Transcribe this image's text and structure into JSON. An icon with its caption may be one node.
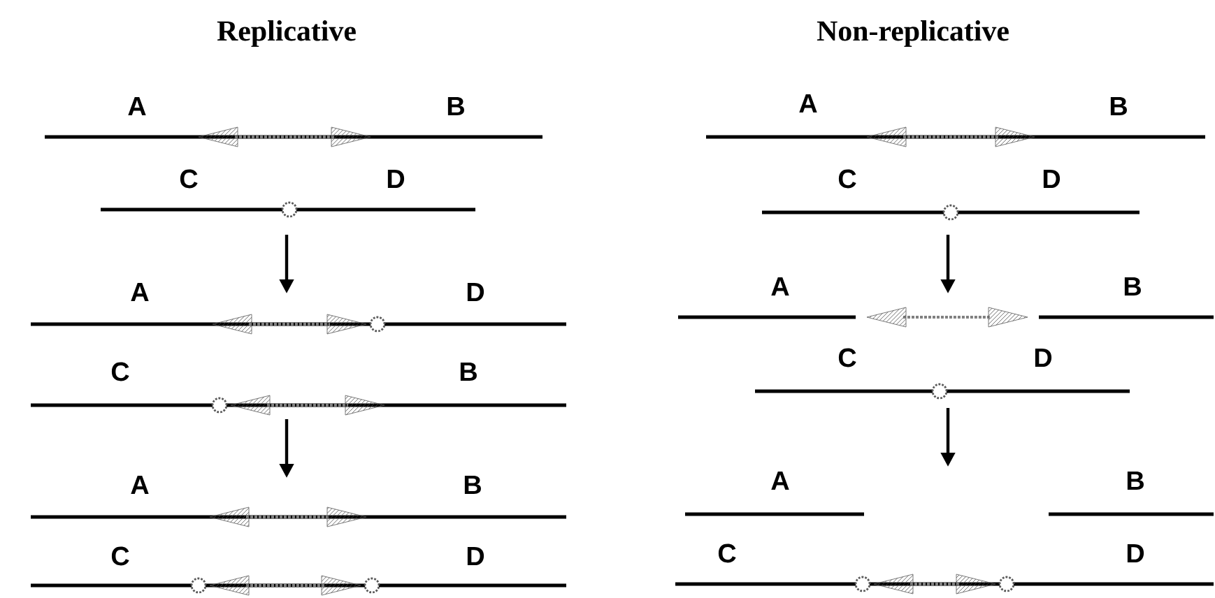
{
  "diagram": {
    "labels": [
      "Replicative",
      "Non-replicative",
      "A",
      "B",
      "C",
      "D",
      "A",
      "D",
      "C",
      "B",
      "A",
      "B",
      "C",
      "D",
      "A",
      "B",
      "C",
      "D",
      "A",
      "B",
      "C",
      "D",
      "A",
      "B",
      "C",
      "D"
    ]
  }
}
